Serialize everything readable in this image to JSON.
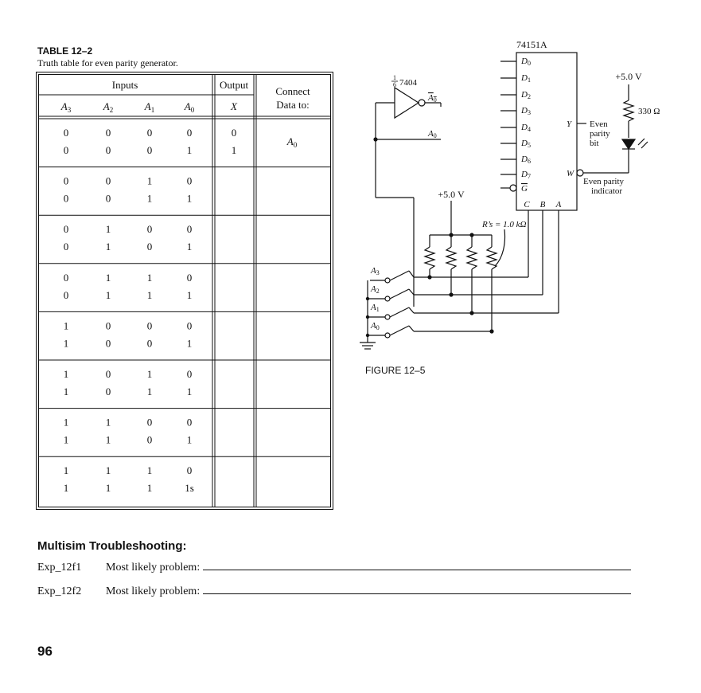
{
  "table": {
    "title": "TABLE 12–2",
    "caption": "Truth table for even parity generator.",
    "header_inputs": "Inputs",
    "header_output": "Output",
    "header_connect_1": "Connect",
    "header_connect_2": "Data to:",
    "col_a3": "A",
    "col_a3_sub": "3",
    "col_a2": "A",
    "col_a2_sub": "2",
    "col_a1": "A",
    "col_a1_sub": "1",
    "col_a0": "A",
    "col_a0_sub": "0",
    "col_x": "X",
    "connect_first": "A",
    "connect_first_sub": "0",
    "rows": [
      [
        "0",
        "0",
        "0",
        "0",
        "0"
      ],
      [
        "0",
        "0",
        "0",
        "1",
        "1"
      ],
      [
        "0",
        "0",
        "1",
        "0",
        ""
      ],
      [
        "0",
        "0",
        "1",
        "1",
        ""
      ],
      [
        "0",
        "1",
        "0",
        "0",
        ""
      ],
      [
        "0",
        "1",
        "0",
        "1",
        ""
      ],
      [
        "0",
        "1",
        "1",
        "0",
        ""
      ],
      [
        "0",
        "1",
        "1",
        "1",
        ""
      ],
      [
        "1",
        "0",
        "0",
        "0",
        ""
      ],
      [
        "1",
        "0",
        "0",
        "1",
        ""
      ],
      [
        "1",
        "0",
        "1",
        "0",
        ""
      ],
      [
        "1",
        "0",
        "1",
        "1",
        ""
      ],
      [
        "1",
        "1",
        "0",
        "0",
        ""
      ],
      [
        "1",
        "1",
        "0",
        "1",
        ""
      ],
      [
        "1",
        "1",
        "1",
        "0",
        ""
      ],
      [
        "1",
        "1",
        "1",
        "1s",
        ""
      ]
    ]
  },
  "circuit": {
    "chip_name": "74151A",
    "inputs": [
      "0",
      "1",
      "2",
      "3",
      "4",
      "5",
      "6",
      "7"
    ],
    "input_letter": "D",
    "g_label": "G",
    "select_labels": [
      "C",
      "B",
      "A"
    ],
    "y_label": "Y",
    "w_label": "W",
    "even_parity_bit": [
      "Even",
      "parity",
      "bit"
    ],
    "even_parity_indicator": [
      "Even parity",
      "indicator"
    ],
    "inverter_label": "7404",
    "inverter_fraction_num": "1",
    "inverter_fraction_den": "6",
    "a0_bar": "A",
    "a0_bar_sub": "0",
    "a0": "A",
    "a0_sub": "0",
    "vcc_top": "+5.0 V",
    "vcc_mid": "+5.0 V",
    "resistor_330": "330 Ω",
    "r_note": "R’s = 1.0 kΩ",
    "switch_labels": [
      "A",
      "A",
      "A",
      "A"
    ],
    "switch_subs": [
      "3",
      "2",
      "1",
      "0"
    ]
  },
  "figure_caption": "FIGURE 12–5",
  "multisim": {
    "heading": "Multisim Troubleshooting:",
    "rows": [
      {
        "file": "Exp_12f1",
        "prompt": "Most likely problem:"
      },
      {
        "file": "Exp_12f2",
        "prompt": "Most likely problem:"
      }
    ]
  },
  "page_number": "96"
}
